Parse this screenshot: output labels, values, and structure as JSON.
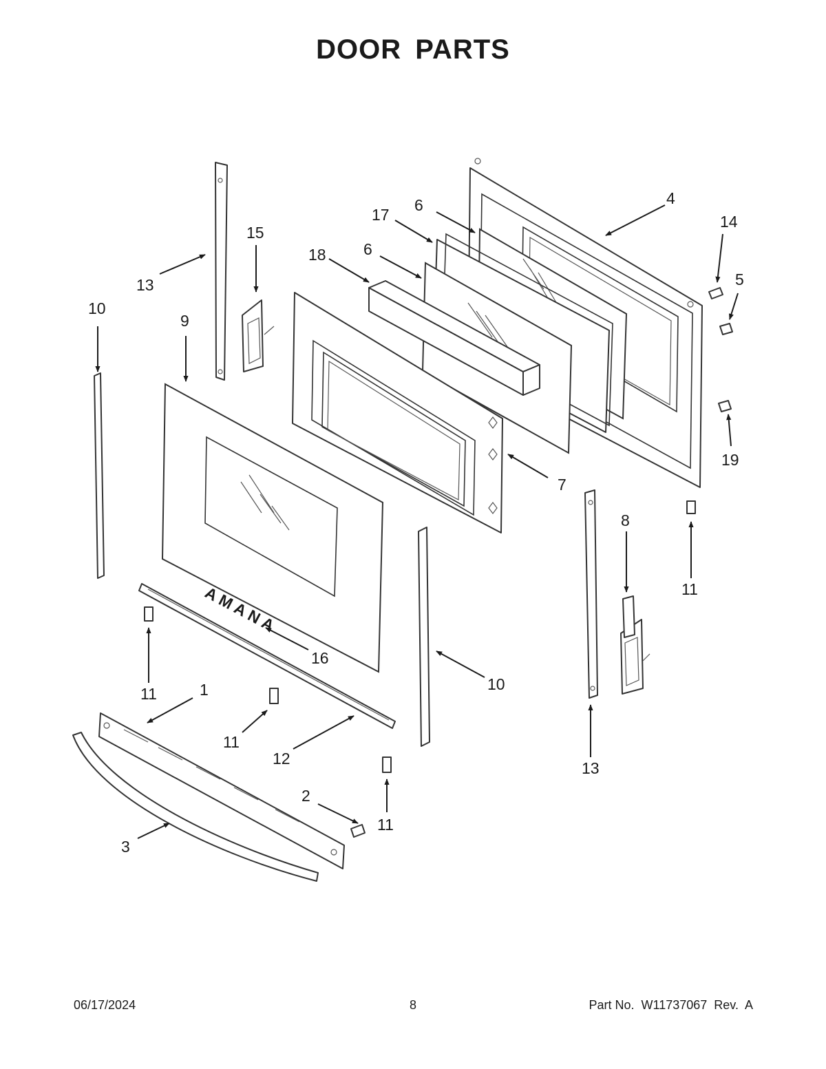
{
  "title": "DOOR PARTS",
  "brand_mark": "AMANA",
  "callouts": [
    "4",
    "6",
    "17",
    "14",
    "15",
    "18",
    "6",
    "5",
    "13",
    "10",
    "9",
    "19",
    "7",
    "8",
    "11",
    "11",
    "16",
    "10",
    "1",
    "11",
    "12",
    "13",
    "2",
    "11",
    "3"
  ],
  "footer": {
    "date": "06/17/2024",
    "page": "8",
    "part_no": "Part No.  W11737067  Rev.  A"
  }
}
